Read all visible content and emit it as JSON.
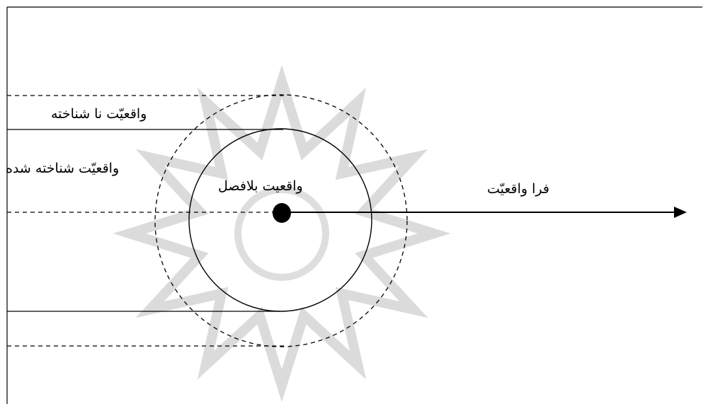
{
  "labels": {
    "unknown_reality": "واقعیّت نا شناخته",
    "known_reality": "واقعیّت شناخته شده",
    "immediate_reality": "واقعیت بلافصل",
    "beyond_reality": "فرا واقعیّت"
  },
  "colors": {
    "stroke": "#000000",
    "watermark": "#cfcfcf",
    "background": "#ffffff"
  }
}
